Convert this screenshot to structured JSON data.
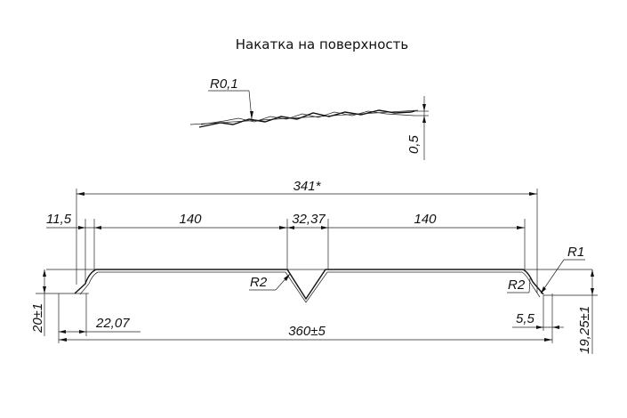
{
  "title": "Накатка на поверхность",
  "detail": {
    "radius_label": "R0,1",
    "height_label": "0,5"
  },
  "profile": {
    "overall_label": "341*",
    "edge_offset_label": "11,5",
    "left_flat_label": "140",
    "center_gap_label": "32,37",
    "right_flat_label": "140",
    "left_bend_radius_label": "R2",
    "right_bend_radius_label": "R2",
    "edge_radius_label": "R1",
    "left_height_label": "20±1",
    "left_flange_label": "22,07",
    "width_label": "360±5",
    "right_flange_label": "5,5",
    "right_height_label": "19,25±1"
  }
}
